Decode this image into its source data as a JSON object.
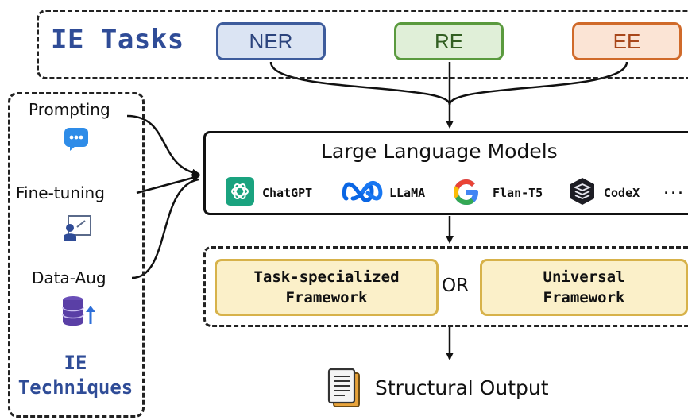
{
  "tasks": {
    "title": "IE Tasks",
    "items": [
      "NER",
      "RE",
      "EE"
    ]
  },
  "techniques": {
    "items": [
      "Prompting",
      "Fine-tuning",
      "Data-Aug"
    ],
    "title_line1": "IE",
    "title_line2": "Techniques"
  },
  "llm": {
    "title": "Large Language Models",
    "models": [
      "ChatGPT",
      "LLaMA",
      "Flan-T5",
      "CodeX"
    ],
    "ellipsis": "···"
  },
  "frameworks": {
    "task_specialized_line1": "Task-specialized",
    "task_specialized_line2": "Framework",
    "or": "OR",
    "universal_line1": "Universal",
    "universal_line2": "Framework"
  },
  "output": {
    "label": "Structural Output"
  },
  "icons": {
    "prompting": "chat-bubble-icon",
    "fine_tuning": "presentation-board-icon",
    "data_aug": "database-up-icon",
    "chatgpt": "openai-logo-icon",
    "llama": "meta-infinity-logo-icon",
    "flan_t5": "google-g-logo-icon",
    "codex": "codex-layers-logo-icon",
    "output": "document-icon"
  }
}
